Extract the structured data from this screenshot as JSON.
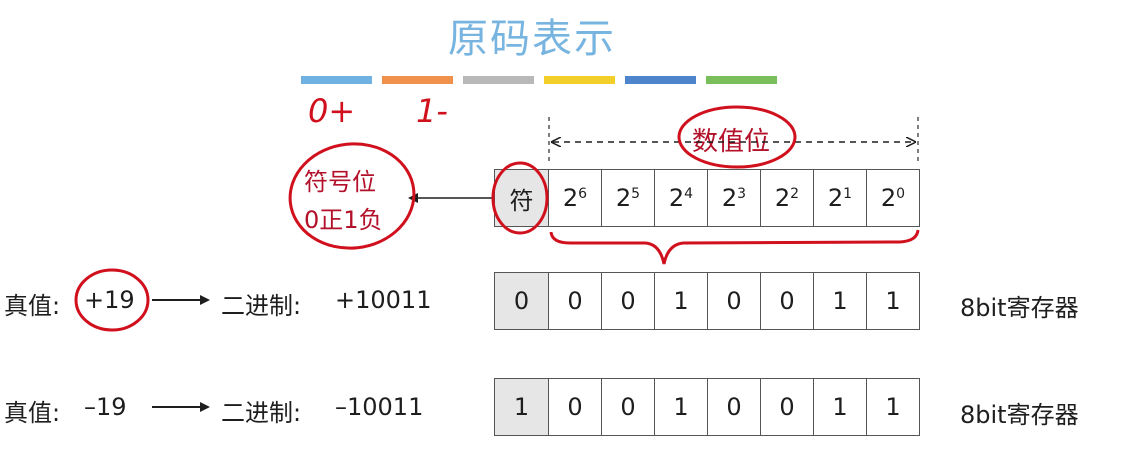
{
  "title": "原码表示",
  "colors": {
    "bar": [
      "#6fb2e2",
      "#f0904a",
      "#b8b8b8",
      "#f2cf2a",
      "#4d84cc",
      "#78be5a"
    ],
    "annotation": "#d0101c",
    "title": "#78b4e0"
  },
  "handwritten": {
    "zero_plus": "0+",
    "one_minus": "1-"
  },
  "value_bits_label": "数值位",
  "sign_bit_label_line1": "符号位",
  "sign_bit_label_line2": "0正1负",
  "header": {
    "sign": "符",
    "powers": [
      {
        "base": "2",
        "exp": "6"
      },
      {
        "base": "2",
        "exp": "5"
      },
      {
        "base": "2",
        "exp": "4"
      },
      {
        "base": "2",
        "exp": "3"
      },
      {
        "base": "2",
        "exp": "2"
      },
      {
        "base": "2",
        "exp": "1"
      },
      {
        "base": "2",
        "exp": "0"
      }
    ]
  },
  "rows": [
    {
      "true_value_label": "真值:",
      "true_value": "+19",
      "binary_label": "二进制:",
      "binary_value": "+10011",
      "bits": [
        "0",
        "0",
        "0",
        "1",
        "0",
        "0",
        "1",
        "1"
      ],
      "register_label": "8bit寄存器"
    },
    {
      "true_value_label": "真值:",
      "true_value": "–19",
      "binary_label": "二进制:",
      "binary_value": "–10011",
      "bits": [
        "1",
        "0",
        "0",
        "1",
        "0",
        "0",
        "1",
        "1"
      ],
      "register_label": "8bit寄存器"
    }
  ]
}
